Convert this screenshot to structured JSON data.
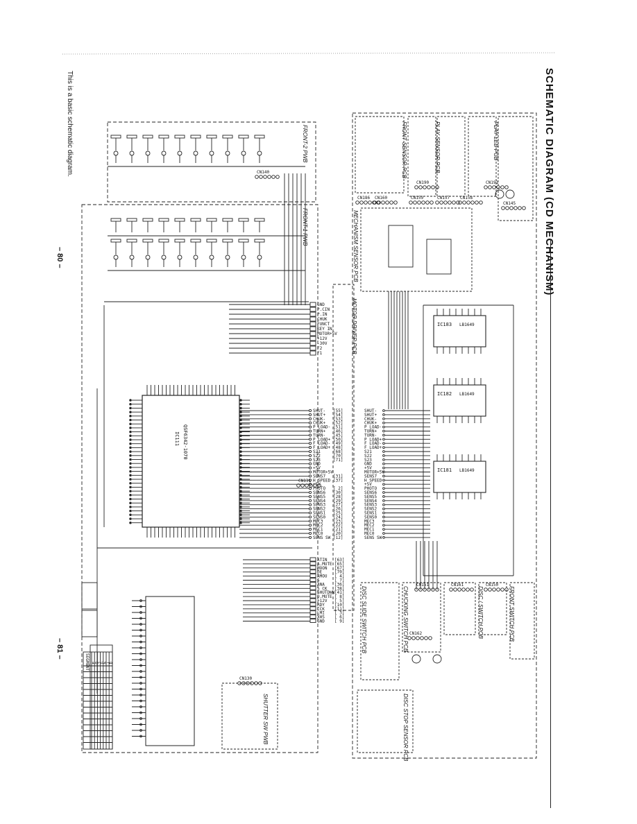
{
  "page": {
    "title": "SCHEMATIC DIAGRAM (CD MECHANISM)",
    "note": "This is a basic schematic diagram.",
    "page_left": "– 80 –",
    "page_right": "– 81 –"
  },
  "boards": {
    "front2": "FRONT-2 PWB",
    "front1": "FRONT-1 PWB",
    "motor_driver": "MOTOR DRIVER PCB",
    "mechanism_sensor": "MECHANISM SENSOR PCB",
    "front_sensor": "FRONT SENSOR PCB",
    "play_sensor": "PLAY SENSOR PCB",
    "play_led": "PLAY LED PCB",
    "disc_slide_switch": "DISC SLIDE SWITCH PCB",
    "chucking_switch": "CHUCKING SWITCH PCB",
    "shutter_sw": "SHUTTER SW PWB",
    "disc_stop_sensor": "DISC STOP SENSOR PCB",
    "front_switch": "FRONT SWITCH PCB",
    "disc_switch": "DISC / SWITCH PCB"
  },
  "ics": {
    "main": "QSF6342-1070",
    "main_ref": "IC111",
    "driver_a": "IC183",
    "driver_b": "IC182",
    "driver_c": "IC181",
    "driver_type": "LB1649"
  },
  "connectors": [
    "CN186",
    "CN160",
    "CN159",
    "CN157",
    "CN158",
    "CN190",
    "CN191",
    "CN151",
    "CN161",
    "CN162",
    "CN130",
    "CN131",
    "CN140",
    "CN145",
    "CN150"
  ],
  "signals": {
    "left_bus": [
      "GND",
      "P.CIN",
      "P.IN",
      "CHUK",
      "FUNCT",
      "KEY IN",
      "MOTOR+5V",
      "+12V",
      "-30V",
      "F2",
      "F1"
    ],
    "mid_bus": [
      "SHUT-",
      "SHUT+",
      "CHUK-",
      "CHUK+",
      "P LOAD-",
      "TURN+",
      "TURN-",
      "P LOAD+",
      "F LOAD-",
      "F LOAD+",
      "S21",
      "S22",
      "S23",
      "GND",
      "+5V",
      "MOTOR+5V",
      "SENS7",
      "H SPEED",
      "+5V",
      "PHOTO",
      "SENS6",
      "SENS5",
      "SENS4",
      "SENS3",
      "SENS2",
      "SENS1",
      "SENS0",
      "MEC3",
      "MEC2",
      "MEC1",
      "MEC0",
      "SENS SW"
    ],
    "mid_bus_right": [
      "[55]",
      "[54]",
      "[53]",
      "[52]",
      "[51]",
      "[46]",
      "[45]",
      "[50]",
      "[49]",
      "[48]",
      "[68]",
      "[70]",
      "[71]",
      "",
      "",
      "",
      "[31]",
      "[37]",
      "",
      "[ 2]",
      "[30]",
      "[28]",
      "[29]",
      "[27]",
      "[26]",
      "[25]",
      "[24]",
      "[23]",
      "[22]",
      "[21]",
      "[20]",
      "[12]"
    ],
    "lower_bus": [
      "ATIN",
      "A.MUTE",
      "MOON",
      "DE",
      "AMOU",
      "S",
      "ANA",
      "S CK",
      "SHUTDWN",
      "D.MUTE",
      "+12V",
      "RDY",
      "CCK",
      "LMI",
      "XHS",
      "GND"
    ],
    "lower_bus_right": [
      "[63]",
      "[65]",
      "[67]",
      "[70]",
      "[ 4]",
      "[ 7]",
      "[36]",
      "[38]",
      "[41]",
      "[ 8]",
      "[ 5]",
      "[10]",
      "[11]",
      "[ 3]",
      "[ 6]",
      "[ 9]"
    ]
  },
  "segment_table": {
    "header": "SEGMENT",
    "columns": [
      "a",
      "b",
      "c",
      "d",
      "e",
      "f",
      "g"
    ]
  }
}
